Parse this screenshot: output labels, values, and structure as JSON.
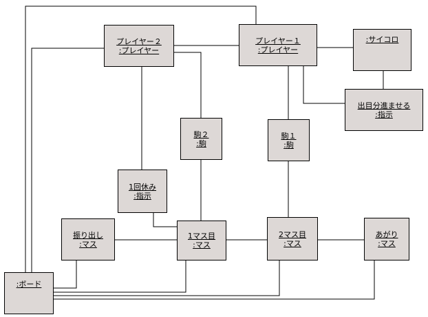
{
  "objects": {
    "player2": {
      "name": "プレイヤー２",
      "type": ":プレイヤー"
    },
    "player1": {
      "name": "プレイヤー１",
      "type": ":プレイヤー"
    },
    "dice": {
      "name": "",
      "type": ":サイコロ"
    },
    "advance": {
      "name": "出目分進ませる",
      "type": ":指示"
    },
    "piece2": {
      "name": "駒２",
      "type": ":駒"
    },
    "piece1": {
      "name": "駒１",
      "type": ":駒"
    },
    "skip1": {
      "name": "1回休み",
      "type": ":指示"
    },
    "start": {
      "name": "振り出し",
      "type": ":マス"
    },
    "square1": {
      "name": "1マス目",
      "type": ":マス"
    },
    "square2": {
      "name": "2マス目",
      "type": ":マス"
    },
    "goal": {
      "name": "あがり",
      "type": ":マス"
    },
    "board": {
      "name": "",
      "type": ":ボード"
    }
  },
  "colors": {
    "box_fill": "#ddd8d6",
    "line": "#000000",
    "background": "#ffffff"
  }
}
